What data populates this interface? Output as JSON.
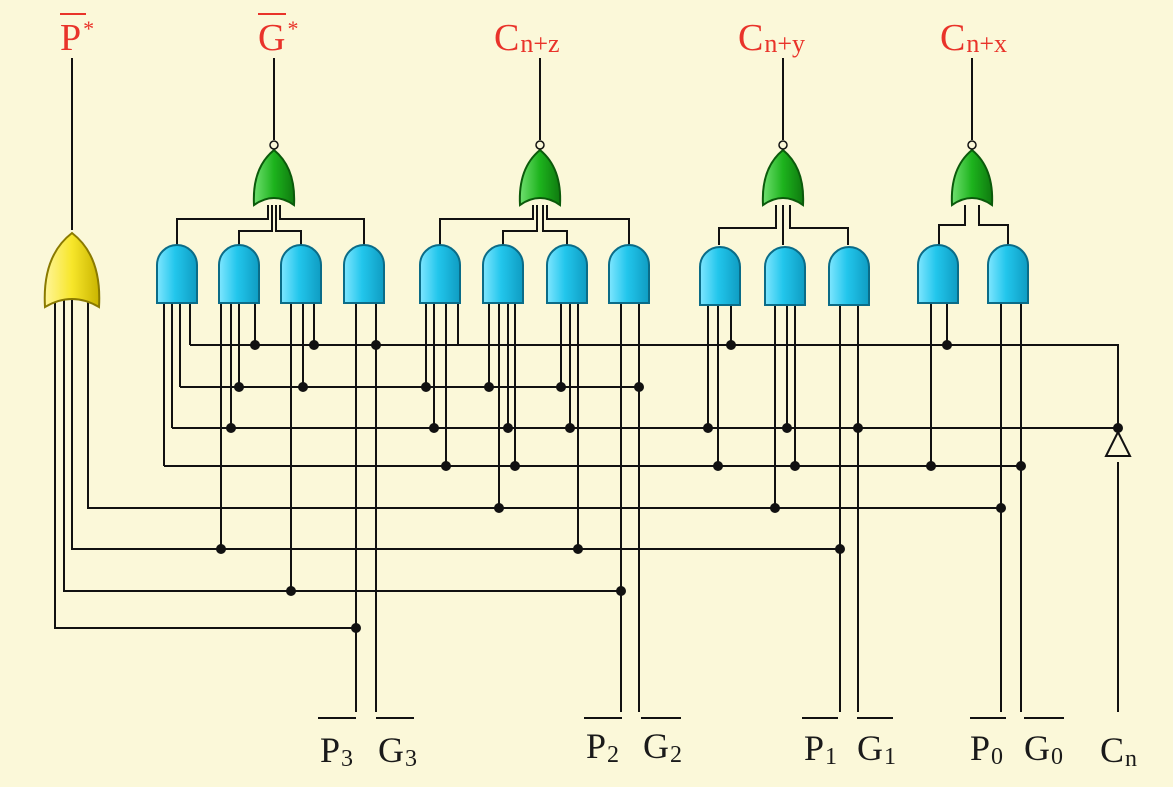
{
  "outputs": {
    "p_star": {
      "main": "P",
      "sup": "*"
    },
    "g_star": {
      "main": "G",
      "sup": "*"
    },
    "cnz": {
      "main": "C",
      "sub": "n+z"
    },
    "cny": {
      "main": "C",
      "sub": "n+y"
    },
    "cnx": {
      "main": "C",
      "sub": "n+x"
    }
  },
  "inputs": {
    "p3": {
      "main": "P",
      "sub": "3"
    },
    "g3": {
      "main": "G",
      "sub": "3"
    },
    "p2": {
      "main": "P",
      "sub": "2"
    },
    "g2": {
      "main": "G",
      "sub": "2"
    },
    "p1": {
      "main": "P",
      "sub": "1"
    },
    "g1": {
      "main": "G",
      "sub": "1"
    },
    "p0": {
      "main": "P",
      "sub": "0"
    },
    "g0": {
      "main": "G",
      "sub": "0"
    },
    "cn": {
      "main": "C",
      "sub": "n"
    }
  },
  "colors": {
    "background": "#fbf8d9",
    "or_gate_yellow": "#f7e62a",
    "nor_gate_green": "#1db31d",
    "and_gate_cyan": "#22c6ec",
    "label_red": "#e9332a"
  }
}
